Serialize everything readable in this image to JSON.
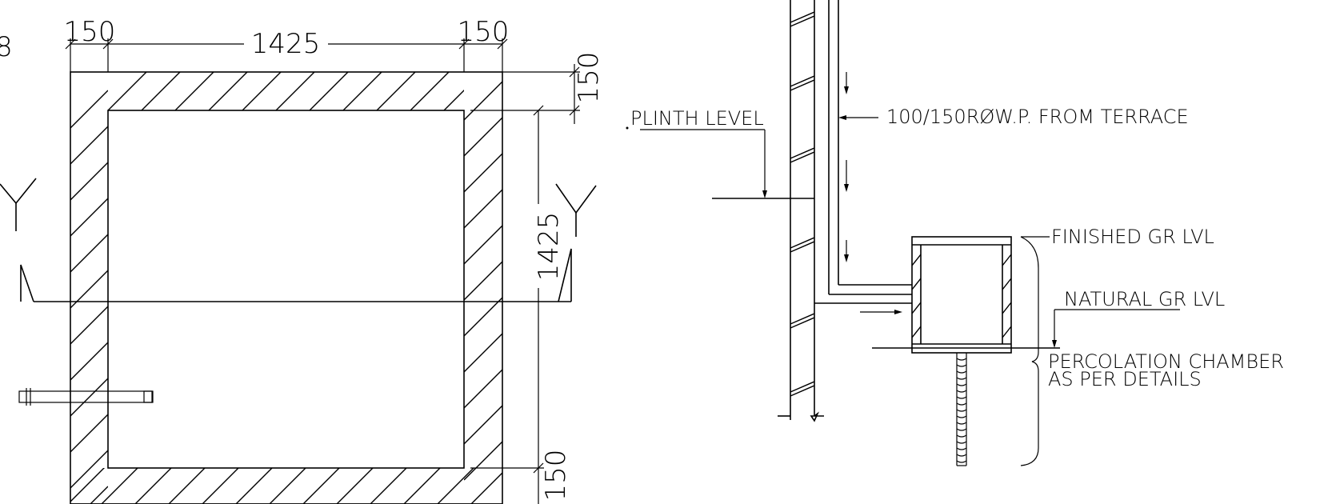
{
  "plan": {
    "dims": {
      "wall_left": "150",
      "inner_width": "1425",
      "wall_right": "150",
      "inner_height": "1425",
      "top_wall": "150",
      "bottom_wall": "150"
    },
    "section_marks": {
      "left": "Y",
      "right": "Y"
    }
  },
  "section": {
    "labels": {
      "plinth_level": "PLINTH LEVEL",
      "rwp": "100/150RØW.P. FROM TERRACE",
      "finished_gr": "FINISHED GR LVL",
      "natural_gr": "NATURAL GR LVL",
      "percolation_1": "PERCOLATION CHAMBER",
      "percolation_2": "AS PER DETAILS"
    }
  }
}
